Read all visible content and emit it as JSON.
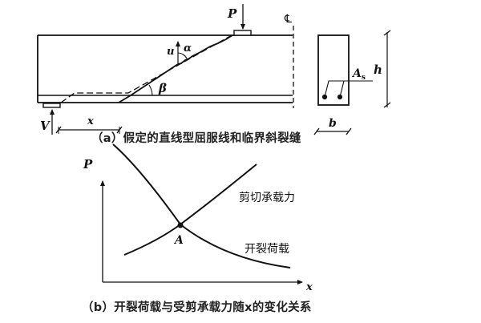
{
  "figure_a": {
    "caption": "（a）假定的直线型屈服线和临界斜裂缝",
    "labels": {
      "load": "P",
      "centerline": "℄",
      "reaction": "V",
      "distance": "x",
      "displacement": "u",
      "alpha": "α",
      "beta": "β",
      "steel_area": "A",
      "steel_area_sub": "s",
      "height": "h",
      "width": "b"
    }
  },
  "figure_b": {
    "caption": "（b）开裂荷载与受剪承载力随x的变化关系",
    "axis_y_label": "P",
    "axis_x_label": "x",
    "curve_shear_label": "剪切承载力",
    "curve_crack_label": "开裂荷载",
    "intersection_label": "A"
  },
  "chart_data": {
    "type": "line",
    "title": "开裂荷载与受剪承载力随x的变化关系",
    "xlabel": "x",
    "ylabel": "P",
    "grid": false,
    "ticks": "none (qualitative)",
    "series": [
      {
        "name": "剪切承载力",
        "trend": "increasing",
        "points": [
          [
            0.28,
            0.22
          ],
          [
            0.45,
            0.38
          ],
          [
            0.62,
            0.58
          ],
          [
            0.79,
            0.81
          ],
          [
            0.97,
            1.0
          ]
        ]
      },
      {
        "name": "开裂荷载",
        "trend": "decreasing",
        "points": [
          [
            0.12,
            0.92
          ],
          [
            0.28,
            0.74
          ],
          [
            0.45,
            0.55
          ],
          [
            0.62,
            0.38
          ],
          [
            0.79,
            0.25
          ],
          [
            1.0,
            0.17
          ]
        ]
      }
    ],
    "annotations": [
      {
        "label": "A",
        "x": 0.45,
        "y": 0.55,
        "note": "intersection of curves"
      }
    ]
  }
}
